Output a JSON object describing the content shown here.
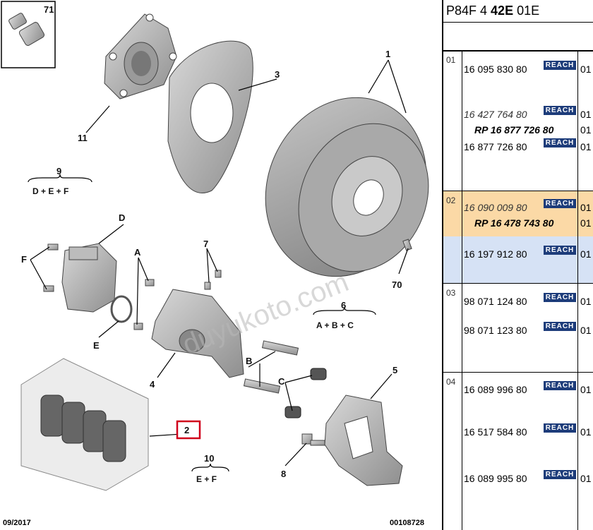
{
  "diagram": {
    "labels": {
      "n1": "1",
      "n2": "2",
      "n3": "3",
      "n4": "4",
      "n5": "5",
      "n6": "6",
      "n7": "7",
      "n8": "8",
      "n9": "9",
      "n10": "10",
      "n11": "11",
      "n70": "70",
      "n71": "71",
      "A": "A",
      "B": "B",
      "C": "C",
      "D": "D",
      "E": "E",
      "F": "F"
    },
    "groups": {
      "g9": "D + E + F",
      "g6": "A + B + C",
      "g10": "E + F"
    },
    "watermark": "duyukoto.com",
    "footer_date": "09/2017",
    "footer_ref": "00108728"
  },
  "panel": {
    "header_a": "P84F 4 ",
    "header_b": "42E",
    "header_c": " 01E",
    "reach": "REACH",
    "groups": [
      {
        "num": "01",
        "parts": [
          {
            "ref": "16 095 830 80",
            "qty": "01",
            "style": "normal",
            "reach": true
          },
          {
            "ref": "16 427 764 80",
            "qty": "01",
            "style": "italic",
            "reach": true
          },
          {
            "ref": "RP 16 877 726 80",
            "qty": "01",
            "style": "rp",
            "reach": false
          },
          {
            "ref": "16 877 726 80",
            "qty": "01",
            "style": "normal",
            "reach": true
          }
        ]
      },
      {
        "num": "02",
        "parts": [
          {
            "ref": "16 090 009 80",
            "qty": "01",
            "style": "italic",
            "reach": true
          },
          {
            "ref": "RP 16 478 743 80",
            "qty": "01",
            "style": "rp",
            "reach": false
          },
          {
            "ref": "16 197 912 80",
            "qty": "01",
            "style": "normal",
            "reach": true
          }
        ]
      },
      {
        "num": "03",
        "parts": [
          {
            "ref": "98 071 124 80",
            "qty": "01",
            "style": "normal",
            "reach": true
          },
          {
            "ref": "98 071 123 80",
            "qty": "01",
            "style": "normal",
            "reach": true
          }
        ]
      },
      {
        "num": "04",
        "parts": [
          {
            "ref": "16 089 996 80",
            "qty": "01",
            "style": "normal",
            "reach": true
          },
          {
            "ref": "16 517 584 80",
            "qty": "01",
            "style": "normal",
            "reach": true
          },
          {
            "ref": "16 089 995 80",
            "qty": "01",
            "style": "normal",
            "reach": true
          }
        ]
      }
    ]
  }
}
